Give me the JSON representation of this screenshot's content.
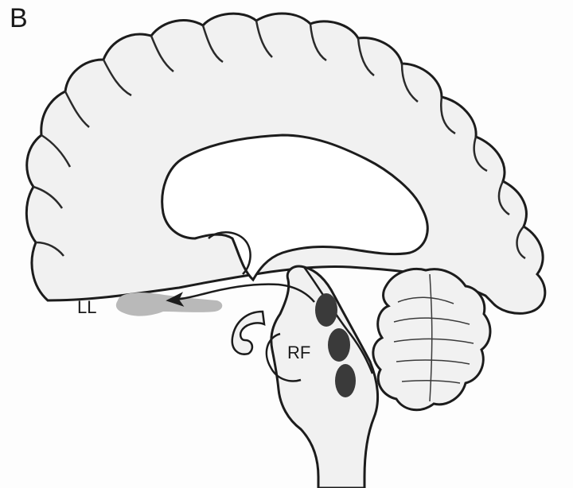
{
  "panel_letter": "B",
  "labels": {
    "ll": "LL",
    "rf": "RF"
  },
  "colors": {
    "outline": "#1c1c1c",
    "tissue_fill": "#f1f1f1",
    "ll_region": "#b9b9b9",
    "rf_nuclei": "#3a3a3a",
    "background": "#fdfdfd"
  },
  "structures": [
    "cerebral-hemisphere",
    "corpus-callosum-ventricle",
    "brainstem",
    "cerebellum",
    "ll-region",
    "rf-nuclei",
    "projection-arrow"
  ]
}
